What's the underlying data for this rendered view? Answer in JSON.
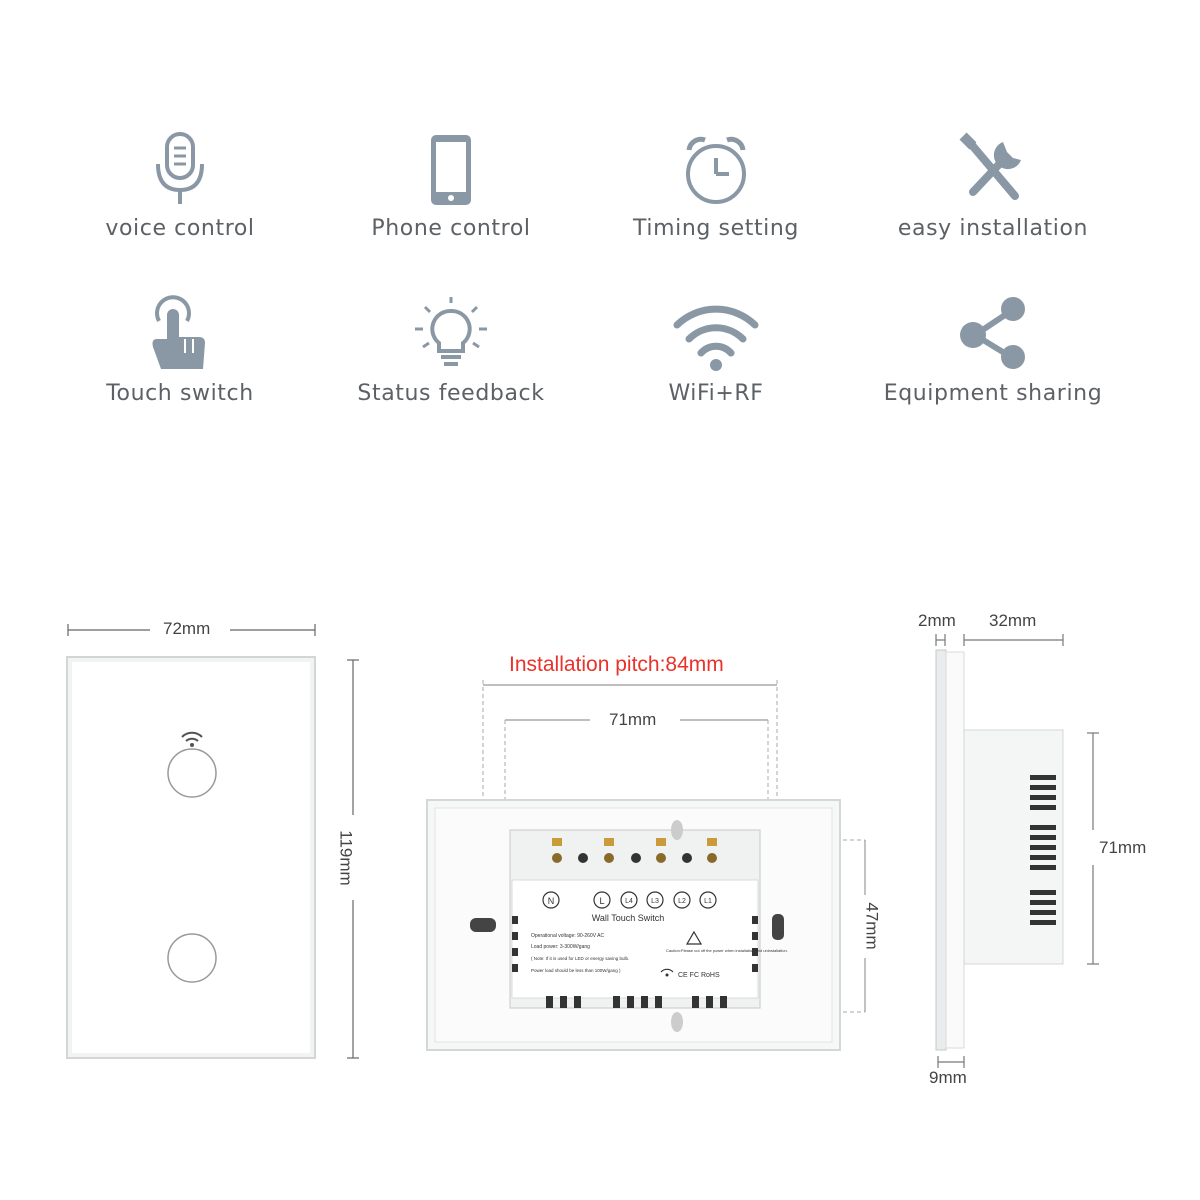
{
  "features": [
    {
      "label": "voice control",
      "icon": "microphone-icon"
    },
    {
      "label": "Phone control",
      "icon": "phone-icon"
    },
    {
      "label": "Timing setting",
      "icon": "alarm-clock-icon"
    },
    {
      "label": "easy installation",
      "icon": "tools-icon"
    },
    {
      "label": "Touch switch",
      "icon": "touch-hand-icon"
    },
    {
      "label": "Status feedback",
      "icon": "light-bulb-icon"
    },
    {
      "label": "WiFi+RF",
      "icon": "wifi-icon"
    },
    {
      "label": "Equipment sharing",
      "icon": "share-icon"
    }
  ],
  "icon_color": "#8a98a6",
  "accent_color": "#e8322b",
  "front": {
    "width": "72mm",
    "height": "119mm"
  },
  "back": {
    "pitch": "Installation pitch:84mm",
    "width": "71mm",
    "height": "47mm",
    "label_title": "Wall Touch Switch",
    "terminals": [
      "N",
      "L",
      "L4",
      "L3",
      "L2",
      "L1"
    ],
    "spec_voltage": "Operational voltage: 90-260V AC",
    "spec_load": "Load power: 3-300W/gang",
    "spec_note": "( Note: If it is used for LED or energy saving bulb.",
    "spec_power": "Power load should be less than 100W/gang )",
    "caution": "Caution:Please cut off the power when installation and uninstallation.",
    "certs": "CE FC RoHS"
  },
  "side": {
    "glass": "2mm",
    "depth": "32mm",
    "height": "71mm",
    "bottom": "9mm"
  }
}
